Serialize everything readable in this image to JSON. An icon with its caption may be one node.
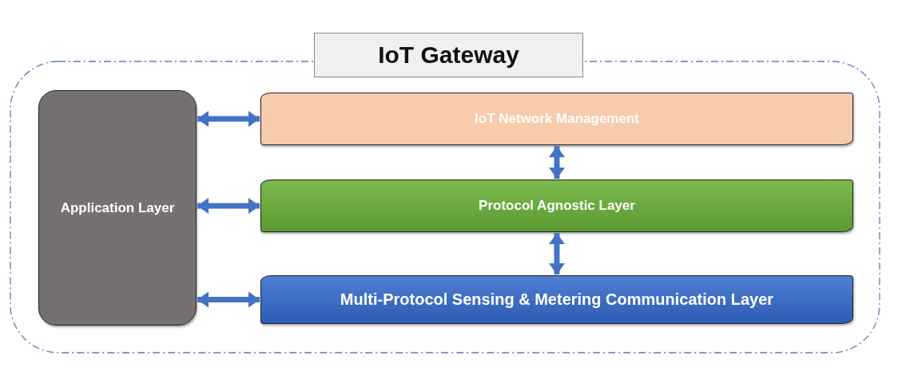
{
  "diagram": {
    "nodes": [
      {
        "text": [
          "IoT Gateway"
        ]
      },
      {
        "text": [
          "Application Layer"
        ],
        "in": 0
      },
      {
        "text": [
          "IoT Network Management"
        ],
        "in": 0
      },
      {
        "text": [
          "Protocol Agnostic Layer"
        ],
        "in": 0
      },
      {
        "text": [
          "Multi-Protocol Sensing & Metering Communication Layer"
        ],
        "in": 0
      }
    ],
    "edges": [
      {
        "from": 1,
        "to": 2,
        "arrow": "both"
      },
      {
        "from": 2,
        "to": 3,
        "arrow": "both"
      },
      {
        "from": 1,
        "to": 3,
        "arrow": "both"
      },
      {
        "from": 3,
        "to": 4,
        "arrow": "both"
      },
      {
        "from": 1,
        "to": 4,
        "arrow": "both"
      }
    ]
  }
}
